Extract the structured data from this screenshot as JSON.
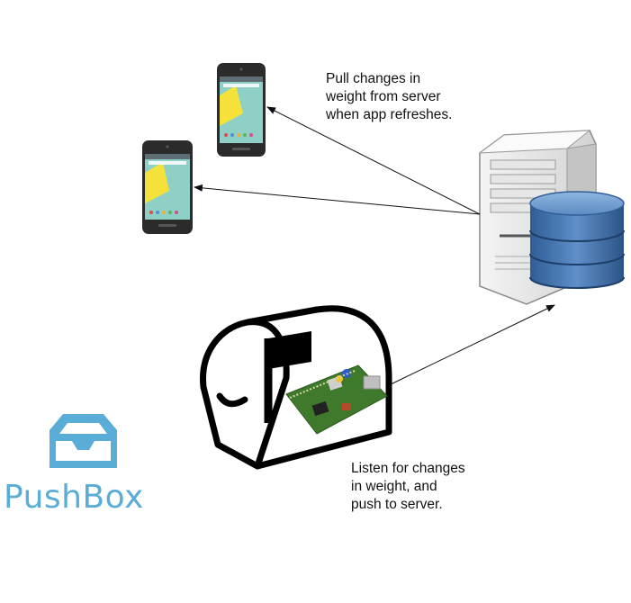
{
  "notes": {
    "pull": [
      "Pull changes in",
      "weight from server",
      "when app refreshes."
    ],
    "listen": [
      "Listen for changes",
      "in weight, and",
      "push to server."
    ]
  },
  "brand": {
    "name": "PushBox",
    "color": "#5aadd6"
  },
  "icons": {
    "phones": "android-phone-icon",
    "server": "server-tower-icon",
    "database": "database-icon",
    "mailbox": "mailbox-icon",
    "board": "raspberry-pi-board-icon",
    "logo": "inbox-tray-icon"
  },
  "colors": {
    "arrow": "#111111",
    "database_blue": "#3f6fa8",
    "board_green": "#3f7a2c",
    "phone_body": "#2b2b2b"
  }
}
